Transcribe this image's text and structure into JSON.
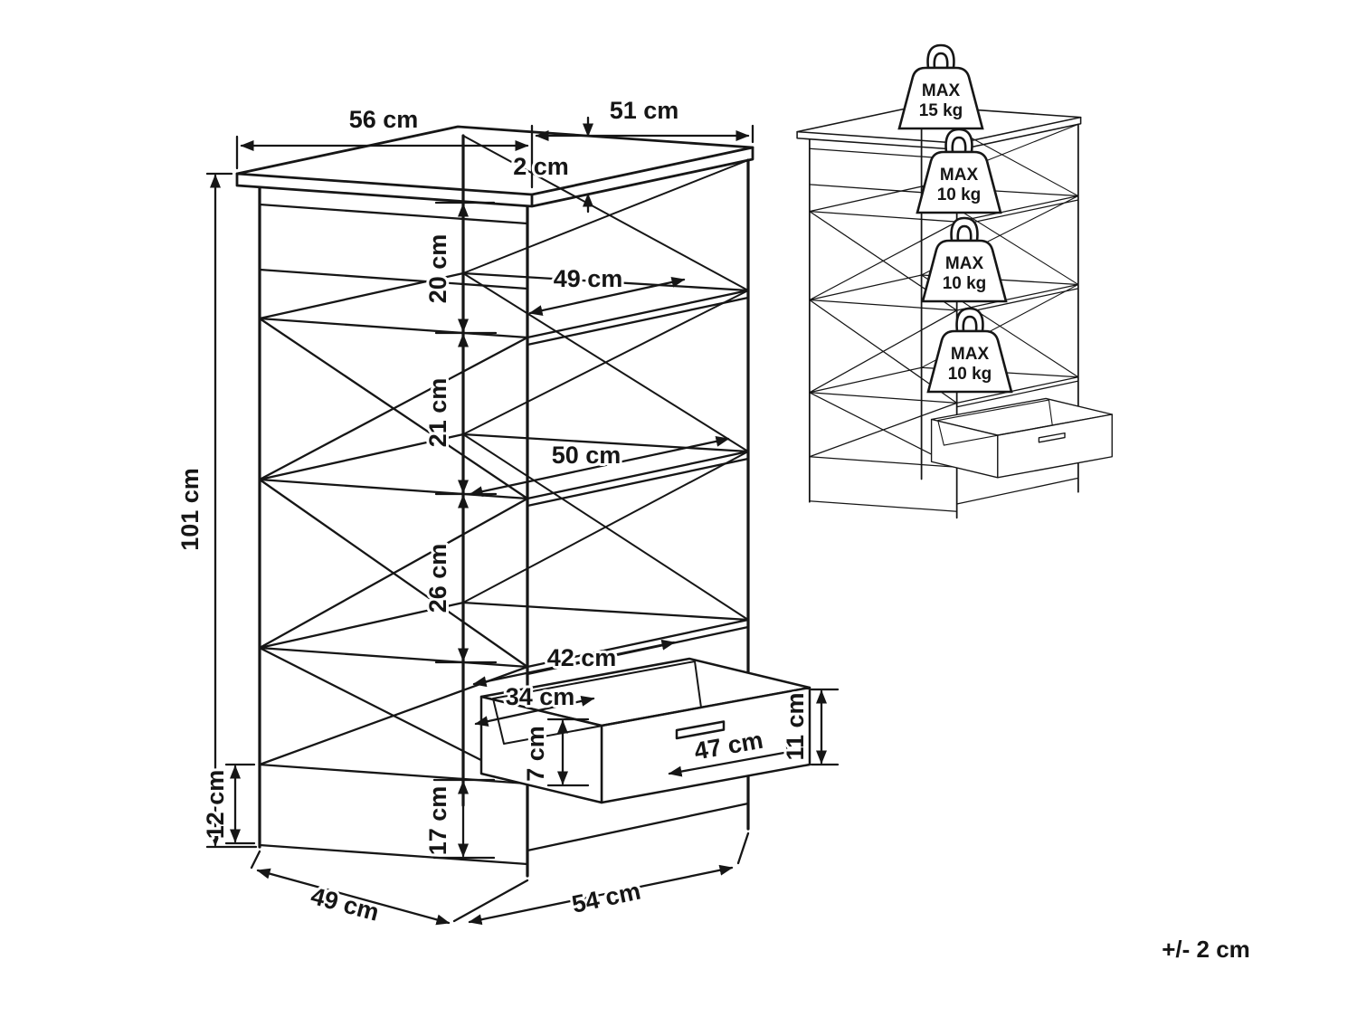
{
  "diagram": {
    "tolerance": "+/- 2 cm",
    "dimensions": {
      "top_width": "56 cm",
      "top_depth": "51 cm",
      "top_thickness": "2 cm",
      "gap_top": "20 cm",
      "shelf_depth": "49 cm",
      "gap_middle": "21 cm",
      "shelf_width": "50 cm",
      "gap_bottom": "26 cm",
      "drawer_opening_width": "42 cm",
      "drawer_inner_width": "34 cm",
      "drawer_inner_height": "7 cm",
      "drawer_front_width": "47 cm",
      "drawer_front_height": "11 cm",
      "base_panel_height": "12 cm",
      "floor_clearance": "17 cm",
      "total_height": "101 cm",
      "base_depth": "49 cm",
      "base_width": "54 cm"
    },
    "load_limits": [
      {
        "line1": "MAX",
        "line2": "15 kg"
      },
      {
        "line1": "MAX",
        "line2": "10 kg"
      },
      {
        "line1": "MAX",
        "line2": "10 kg"
      },
      {
        "line1": "MAX",
        "line2": "10 kg"
      }
    ]
  }
}
